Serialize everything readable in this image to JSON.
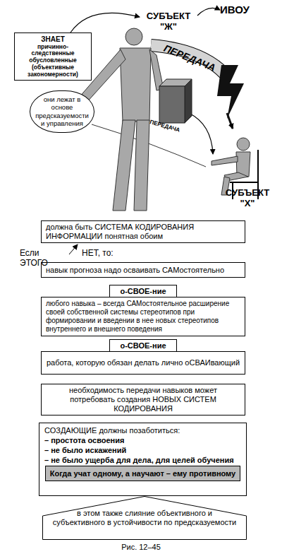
{
  "diagram": {
    "caption": "Рис. 12–45",
    "nodes": [
      {
        "text": [
          "ЗНАЕТ",
          "причинно-следственные обусловленные (объективные закономерности)"
        ]
      },
      {
        "text": [
          "они лежат в основе предсказуемости и управления"
        ]
      },
      {
        "text": [
          "должна быть СИСТЕМА КОДИРОВАНИЯ ИНФОРМАЦИИ понятная обоим"
        ]
      },
      {
        "text": [
          "навык прогноза надо осваивать САМостоятельно"
        ]
      },
      {
        "text": [
          "о-СВОЕ-ние",
          "любого навыка – всегда САМостоятельное расширение своей собственной системы стереотипов при формировании и введении в нее новых стереотипов внутреннего и внешнего поведения"
        ]
      },
      {
        "text": [
          "о-СВОЕ-ние",
          "работа, которую обязан делать лично оСВАИвающий"
        ]
      },
      {
        "text": [
          "необходимость передачи навыков может потребовать создания НОВЫХ СИСТЕМ КОДИРОВАНИЯ"
        ]
      },
      {
        "text": [
          "СОЗДАЮЩИЕ должны позаботиться:",
          "– простота освоения",
          "– не было искажений",
          "– не было ущерба для дела, для целей обучения"
        ]
      },
      {
        "text": [
          "Когда учат одному, а научают – ему противному"
        ],
        "in": 7
      },
      {
        "text": [
          "в этом также слияние объективного и субъективного в устойчивости по предсказуемости"
        ]
      }
    ],
    "labels": [
      "ИВОУ",
      "СУБЪЕКТ \"Ж\"",
      "ПЕРЕДАЧА",
      "ПЕРЕДАЧА",
      "СУБЪЕКТ \"Х\"",
      "Если ЭТОГО",
      "НЕТ, то:"
    ]
  }
}
